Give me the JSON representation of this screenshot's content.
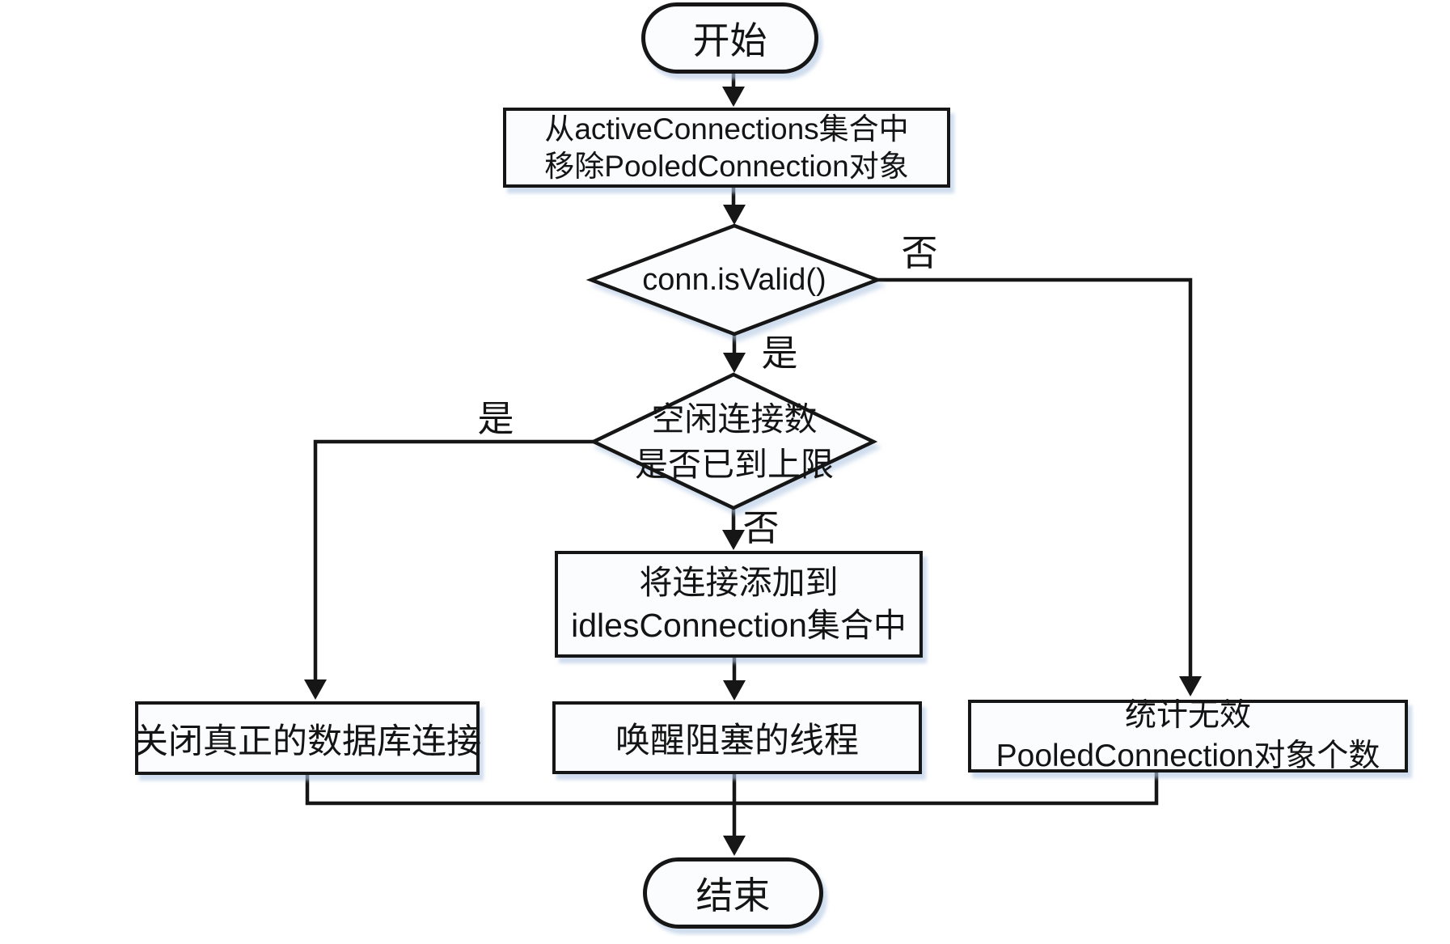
{
  "diagram": {
    "background_color": "#ffffff",
    "stroke_color": "#161616",
    "shape_fill_color": "#fbfcfd",
    "shadow_color": "#b0c6e3",
    "nodes": {
      "start": {
        "type": "terminator",
        "label": "开始"
      },
      "remove_from_active": {
        "type": "process",
        "line1": "从activeConnections集合中",
        "line2": "移除PooledConnection对象"
      },
      "conn_is_valid": {
        "type": "decision",
        "label": "conn.isValid()"
      },
      "idle_limit_check": {
        "type": "decision",
        "line1": "空闲连接数",
        "line2": "是否已到上限"
      },
      "add_to_idles": {
        "type": "process",
        "line1": "将连接添加到",
        "line2": "idlesConnection集合中"
      },
      "close_real_connection": {
        "type": "process",
        "label": "关闭真正的数据库连接"
      },
      "wake_blocked_threads": {
        "type": "process",
        "label": "唤醒阻塞的线程"
      },
      "count_invalid": {
        "type": "process",
        "line1": "统计无效",
        "line2": "PooledConnection对象个数"
      },
      "end": {
        "type": "terminator",
        "label": "结束"
      }
    },
    "edge_labels": {
      "valid_no": "否",
      "valid_yes": "是",
      "limit_yes": "是",
      "limit_no": "否"
    }
  }
}
